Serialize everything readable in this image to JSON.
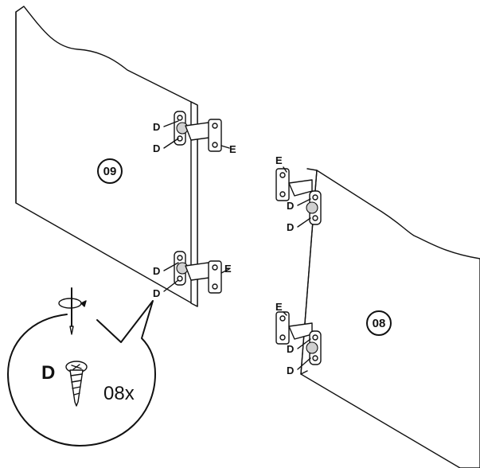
{
  "panels": {
    "left_number": "09",
    "right_number": "08"
  },
  "labels": {
    "D": "D",
    "E": "E"
  },
  "callout": {
    "part": "D",
    "quantity": "08x"
  }
}
